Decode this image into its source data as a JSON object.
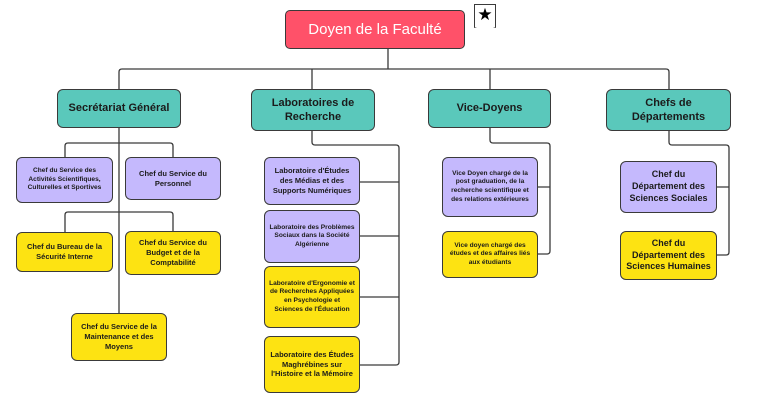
{
  "root": {
    "label": "Doyen de la Faculté",
    "badge_icon": "star-icon"
  },
  "branches": [
    {
      "label": "Secrétariat Général",
      "children": [
        "Chef du Service des Activités Scientifiques, Culturelles et Sportives",
        "Chef du Service du Personnel",
        "Chef du Bureau de la Sécurité Interne",
        "Chef du Service du Budget et de la Comptabilité",
        "Chef du Service de la Maintenance et des Moyens"
      ]
    },
    {
      "label": "Laboratoires de Recherche",
      "children": [
        "Laboratoire d'Études des Médias et des Supports Numériques",
        "Laboratoire des Problèmes Sociaux dans la Société Algérienne",
        "Laboratoire d'Ergonomie et de Recherches Appliquées en Psychologie et Sciences de l'Éducation",
        "Laboratoire des Études Maghrébines sur l'Histoire et la Mémoire"
      ]
    },
    {
      "label": "Vice-Doyens",
      "children": [
        "Vice Doyen chargé de la post graduation, de la recherche scientifique et des relations extérieures",
        "Vice doyen chargé des études et des affaires liés aux étudiants"
      ]
    },
    {
      "label": "Chefs de Départements",
      "children": [
        "Chef du Département des Sciences Sociales",
        "Chef du Département des Sciences Humaines"
      ]
    }
  ],
  "colors": {
    "root": "#ff5169",
    "level2": "#5ac8bb",
    "purple": "#c5b9fd",
    "yellow": "#fde312",
    "line": "#3a3a3a"
  }
}
